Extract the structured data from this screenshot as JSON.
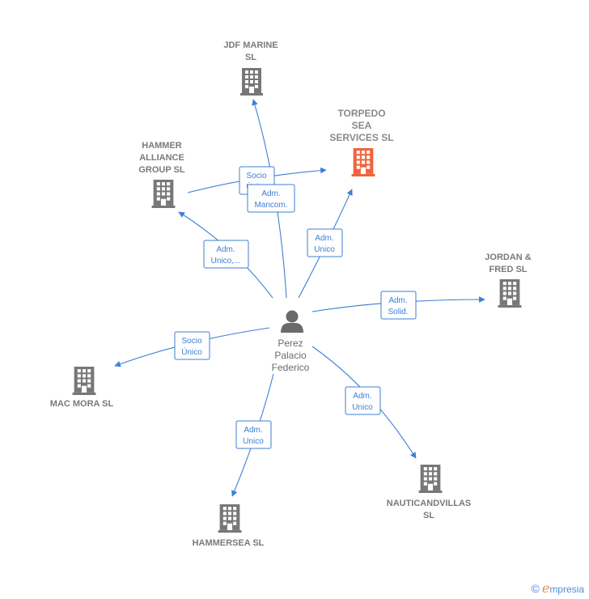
{
  "colors": {
    "edge": "#3d7fd6",
    "company": "#777777",
    "highlight": "#f0643c",
    "person": "#6a6a6a"
  },
  "person": {
    "label_lines": [
      "Perez",
      "Palacio",
      "Federico"
    ],
    "icon": "person-icon"
  },
  "companies": [
    {
      "id": "jdf",
      "label_lines": [
        "JDF MARINE",
        "SL"
      ],
      "highlight": false,
      "icon": "building-icon"
    },
    {
      "id": "torpedo",
      "label_lines": [
        "TORPEDO",
        "SEA",
        "SERVICES  SL"
      ],
      "highlight": true,
      "icon": "building-icon"
    },
    {
      "id": "hammer",
      "label_lines": [
        "HAMMER",
        "ALLIANCE",
        "GROUP  SL"
      ],
      "highlight": false,
      "icon": "building-icon"
    },
    {
      "id": "jordan",
      "label_lines": [
        "JORDAN &",
        "FRED  SL"
      ],
      "highlight": false,
      "icon": "building-icon"
    },
    {
      "id": "macmora",
      "label_lines": [
        "MAC MORA SL"
      ],
      "highlight": false,
      "icon": "building-icon"
    },
    {
      "id": "nautic",
      "label_lines": [
        "NAUTICANDVILLAS",
        "SL"
      ],
      "highlight": false,
      "icon": "building-icon"
    },
    {
      "id": "hammersea",
      "label_lines": [
        "HAMMERSEA SL"
      ],
      "highlight": false,
      "icon": "building-icon"
    }
  ],
  "edges": [
    {
      "id": "e-hammer-torpedo",
      "label_lines": [
        "Socio",
        "Único"
      ]
    },
    {
      "id": "e-jdf",
      "label_lines": [
        "Adm.",
        "Mancom."
      ]
    },
    {
      "id": "e-hammer",
      "label_lines": [
        "Adm.",
        "Unico,..."
      ]
    },
    {
      "id": "e-torpedo",
      "label_lines": [
        "Adm.",
        "Unico"
      ]
    },
    {
      "id": "e-jordan",
      "label_lines": [
        "Adm.",
        "Solid."
      ]
    },
    {
      "id": "e-macmora",
      "label_lines": [
        "Socio",
        "Único"
      ]
    },
    {
      "id": "e-nautic",
      "label_lines": [
        "Adm.",
        "Unico"
      ]
    },
    {
      "id": "e-hammersea",
      "label_lines": [
        "Adm.",
        "Unico"
      ]
    }
  ],
  "footer": {
    "copyright": "©",
    "brand_initial": "e",
    "brand_rest": "mpresia"
  }
}
